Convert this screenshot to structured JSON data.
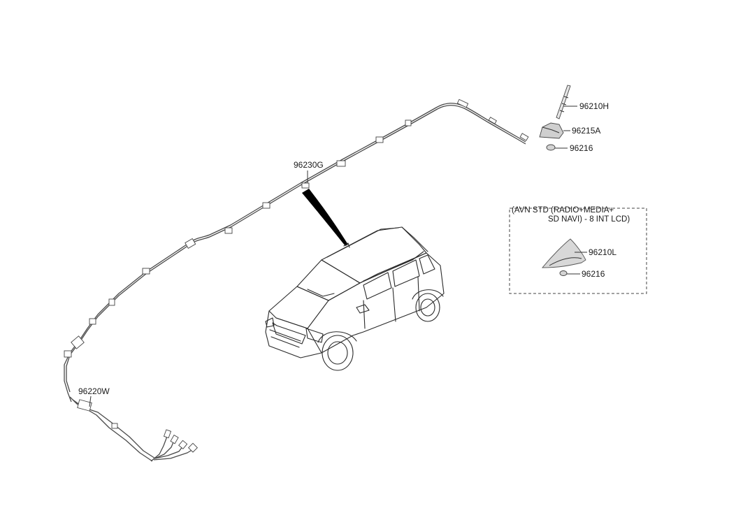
{
  "parts": {
    "p96210H": "96210H",
    "p96215A": "96215A",
    "p96216_top": "96216",
    "p96230G": "96230G",
    "p96220W": "96220W",
    "p96210L": "96210L",
    "p96216_box": "96216"
  },
  "option_box": {
    "line1": "(AVN STD (RADIO+MEDIA+",
    "line2": "SD NAVI) - 8 INT LCD)"
  },
  "colors": {
    "line": "#333333",
    "antenna_fill": "#cfcfcf",
    "leader_arrow": "#000000"
  }
}
